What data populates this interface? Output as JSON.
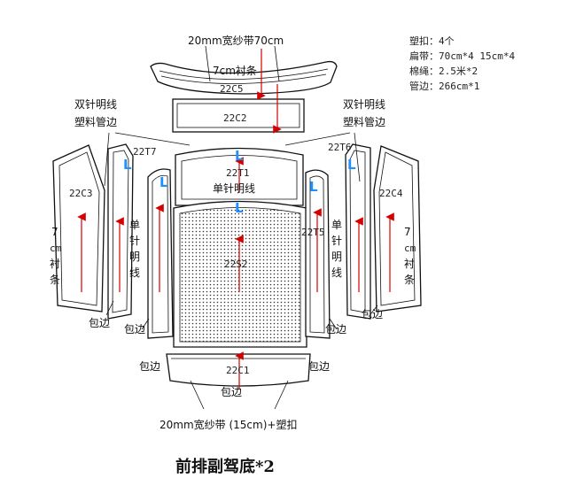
{
  "title": "前排副驾底*2",
  "specs": [
    "塑扣：4个",
    "扁带：70cm*4  15cm*4",
    "棉绳：2.5米*2",
    "管边：266cm*1"
  ],
  "notes": {
    "top_tape": "20mm宽纱带70cm",
    "top_strip": "7cm衬条",
    "left_double": [
      "双针明线",
      "塑料管边"
    ],
    "right_double": [
      "双针明线",
      "塑料管边"
    ],
    "center_single": "单针明线",
    "left_single": [
      "单",
      "针",
      "明",
      "线"
    ],
    "right_single": [
      "单",
      "针",
      "明",
      "线"
    ],
    "left_strip": [
      "7",
      "cm",
      "衬",
      "条"
    ],
    "right_strip": [
      "7",
      "cm",
      "衬",
      "条"
    ],
    "bottom_tape": "20mm宽纱带 (15cm)+塑扣"
  },
  "pieces": {
    "c5": "22C5",
    "c2": "22C2",
    "t1": "22T1",
    "s2": "22S2",
    "c1": "22C1",
    "c3": "22C3",
    "t7": "22T7",
    "t6": "22T6",
    "t5": "22T5",
    "c4": "22C4"
  },
  "edge_labels": {
    "left_outer": "包边",
    "left_inner": "包边",
    "right_inner": "包边",
    "right_outer": "包边",
    "bottom_left": "包边",
    "bottom_right": "包边",
    "bottom_center": "包边"
  },
  "marks": {
    "l": "L"
  }
}
